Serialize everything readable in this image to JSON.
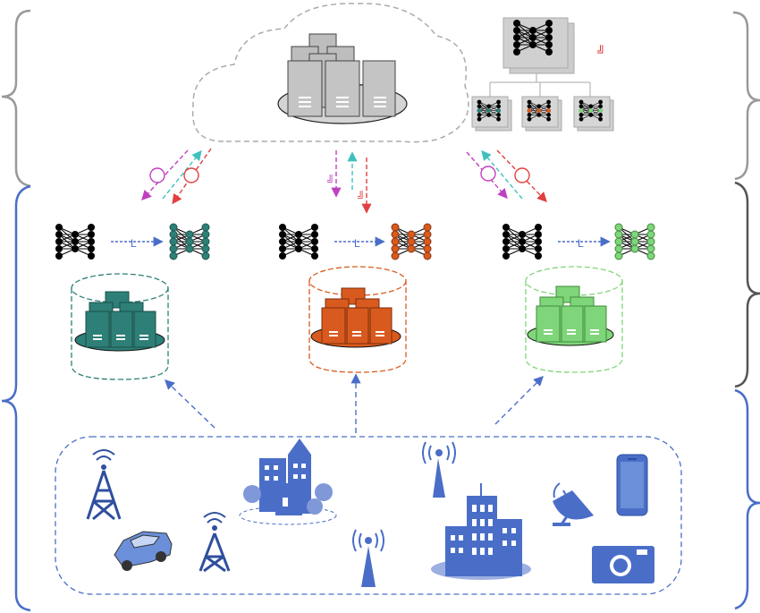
{
  "tiers": [
    {
      "id": "cloud",
      "items": [
        "global-model",
        "server-rack"
      ]
    },
    {
      "id": "edge",
      "items": [
        "teal-cluster",
        "orange-cluster",
        "green-cluster"
      ]
    },
    {
      "id": "devices",
      "items": [
        "cell-tower",
        "car",
        "city",
        "antenna",
        "skyscraper",
        "satellite-dish",
        "smartphone",
        "camera"
      ]
    }
  ],
  "symbols": {
    "small_red_mark": "╝",
    "arrow_symbol": "L"
  },
  "colors": {
    "cloud_gray": "#c8c8c8",
    "teal": "#2e7f77",
    "orange": "#d95a1e",
    "green": "#7fd67a",
    "blue": "#4a6ec8",
    "magenta": "#c040c0",
    "red": "#e04040",
    "cyan": "#40c0c0",
    "bracket_gray": "#999999",
    "bracket_dark": "#555555"
  },
  "icons": [
    "cloud-icon",
    "server-icon",
    "neural-net-icon",
    "database-icon",
    "tower-icon",
    "car-icon",
    "building-icon",
    "antenna-icon",
    "dish-icon",
    "phone-icon",
    "camera-icon"
  ]
}
